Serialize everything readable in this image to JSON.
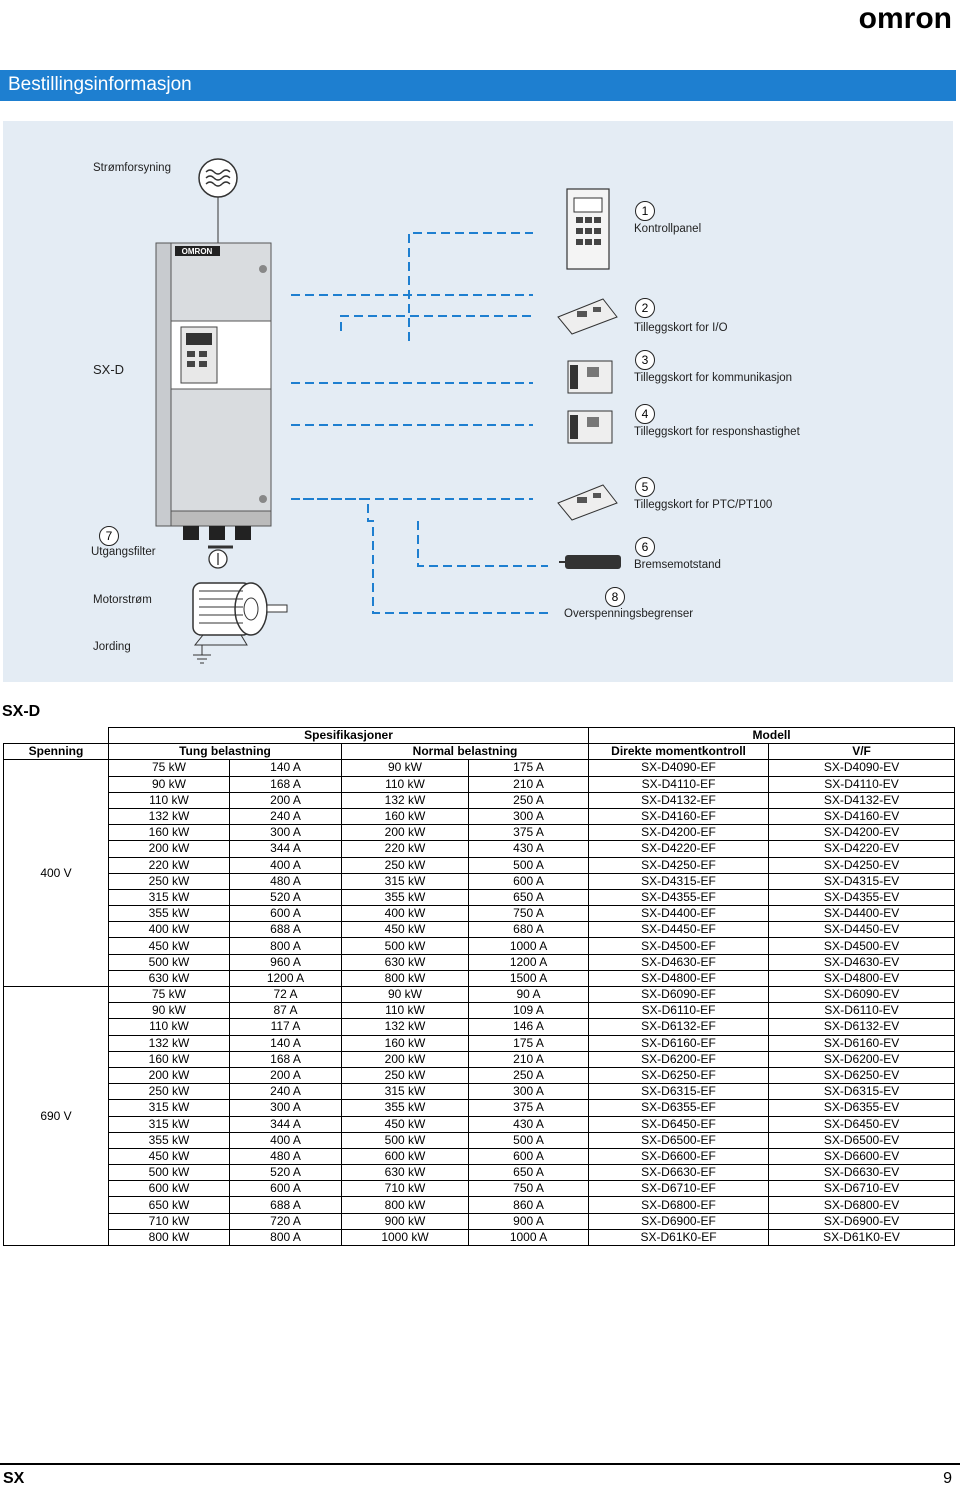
{
  "brand": "omron",
  "title": "Bestillingsinformasjon",
  "diagram": {
    "power_supply": "Strømforsyning",
    "drive_label": "SX-D",
    "output_filter_num": "7",
    "output_filter": "Utgangsfilter",
    "motor_current": "Motorstrøm",
    "grounding": "Jording",
    "items": [
      {
        "num": "1",
        "label": "Kontrollpanel"
      },
      {
        "num": "2",
        "label": "Tilleggskort for I/O"
      },
      {
        "num": "3",
        "label": "Tilleggskort for kommunikasjon"
      },
      {
        "num": "4",
        "label": "Tilleggskort for responshastighet"
      },
      {
        "num": "5",
        "label": "Tilleggskort for PTC/PT100"
      },
      {
        "num": "6",
        "label": "Bremsemotstand"
      },
      {
        "num": "8",
        "label": "Overspenningsbegrenser"
      }
    ]
  },
  "table": {
    "section_title": "SX-D",
    "h_spec": "Spesifikasjoner",
    "h_model": "Modell",
    "h_voltage": "Spenning",
    "h_heavy": "Tung belastning",
    "h_normal": "Normal belastning",
    "h_dtc": "Direkte momentkontroll",
    "h_vf": "V/F",
    "groups": [
      {
        "voltage": "400 V",
        "rows": [
          [
            "75 kW",
            "140 A",
            "90 kW",
            "175 A",
            "SX-D4090-EF",
            "SX-D4090-EV"
          ],
          [
            "90 kW",
            "168 A",
            "110 kW",
            "210 A",
            "SX-D4110-EF",
            "SX-D4110-EV"
          ],
          [
            "110 kW",
            "200 A",
            "132 kW",
            "250 A",
            "SX-D4132-EF",
            "SX-D4132-EV"
          ],
          [
            "132 kW",
            "240 A",
            "160 kW",
            "300 A",
            "SX-D4160-EF",
            "SX-D4160-EV"
          ],
          [
            "160 kW",
            "300 A",
            "200 kW",
            "375 A",
            "SX-D4200-EF",
            "SX-D4200-EV"
          ],
          [
            "200 kW",
            "344 A",
            "220 kW",
            "430 A",
            "SX-D4220-EF",
            "SX-D4220-EV"
          ],
          [
            "220 kW",
            "400 A",
            "250 kW",
            "500 A",
            "SX-D4250-EF",
            "SX-D4250-EV"
          ],
          [
            "250 kW",
            "480 A",
            "315 kW",
            "600 A",
            "SX-D4315-EF",
            "SX-D4315-EV"
          ],
          [
            "315 kW",
            "520 A",
            "355 kW",
            "650 A",
            "SX-D4355-EF",
            "SX-D4355-EV"
          ],
          [
            "355 kW",
            "600 A",
            "400 kW",
            "750 A",
            "SX-D4400-EF",
            "SX-D4400-EV"
          ],
          [
            "400 kW",
            "688 A",
            "450 kW",
            "680 A",
            "SX-D4450-EF",
            "SX-D4450-EV"
          ],
          [
            "450 kW",
            "800 A",
            "500 kW",
            "1000 A",
            "SX-D4500-EF",
            "SX-D4500-EV"
          ],
          [
            "500 kW",
            "960 A",
            "630 kW",
            "1200 A",
            "SX-D4630-EF",
            "SX-D4630-EV"
          ],
          [
            "630 kW",
            "1200 A",
            "800 kW",
            "1500 A",
            "SX-D4800-EF",
            "SX-D4800-EV"
          ]
        ]
      },
      {
        "voltage": "690 V",
        "rows": [
          [
            "75 kW",
            "72 A",
            "90 kW",
            "90 A",
            "SX-D6090-EF",
            "SX-D6090-EV"
          ],
          [
            "90 kW",
            "87 A",
            "110 kW",
            "109 A",
            "SX-D6110-EF",
            "SX-D6110-EV"
          ],
          [
            "110 kW",
            "117 A",
            "132 kW",
            "146 A",
            "SX-D6132-EF",
            "SX-D6132-EV"
          ],
          [
            "132 kW",
            "140 A",
            "160 kW",
            "175 A",
            "SX-D6160-EF",
            "SX-D6160-EV"
          ],
          [
            "160 kW",
            "168 A",
            "200 kW",
            "210 A",
            "SX-D6200-EF",
            "SX-D6200-EV"
          ],
          [
            "200 kW",
            "200 A",
            "250 kW",
            "250 A",
            "SX-D6250-EF",
            "SX-D6250-EV"
          ],
          [
            "250 kW",
            "240 A",
            "315 kW",
            "300 A",
            "SX-D6315-EF",
            "SX-D6315-EV"
          ],
          [
            "315 kW",
            "300 A",
            "355 kW",
            "375 A",
            "SX-D6355-EF",
            "SX-D6355-EV"
          ],
          [
            "315 kW",
            "344 A",
            "450 kW",
            "430 A",
            "SX-D6450-EF",
            "SX-D6450-EV"
          ],
          [
            "355 kW",
            "400 A",
            "500 kW",
            "500 A",
            "SX-D6500-EF",
            "SX-D6500-EV"
          ],
          [
            "450 kW",
            "480 A",
            "600 kW",
            "600 A",
            "SX-D6600-EF",
            "SX-D6600-EV"
          ],
          [
            "500 kW",
            "520 A",
            "630 kW",
            "650 A",
            "SX-D6630-EF",
            "SX-D6630-EV"
          ],
          [
            "600 kW",
            "600 A",
            "710 kW",
            "750 A",
            "SX-D6710-EF",
            "SX-D6710-EV"
          ],
          [
            "650 kW",
            "688 A",
            "800 kW",
            "860 A",
            "SX-D6800-EF",
            "SX-D6800-EV"
          ],
          [
            "710 kW",
            "720 A",
            "900 kW",
            "900 A",
            "SX-D6900-EF",
            "SX-D6900-EV"
          ],
          [
            "800 kW",
            "800 A",
            "1000 kW",
            "1000 A",
            "SX-D61K0-EF",
            "SX-D61K0-EV"
          ]
        ]
      }
    ]
  },
  "footer": {
    "left": "SX",
    "page": "9"
  }
}
